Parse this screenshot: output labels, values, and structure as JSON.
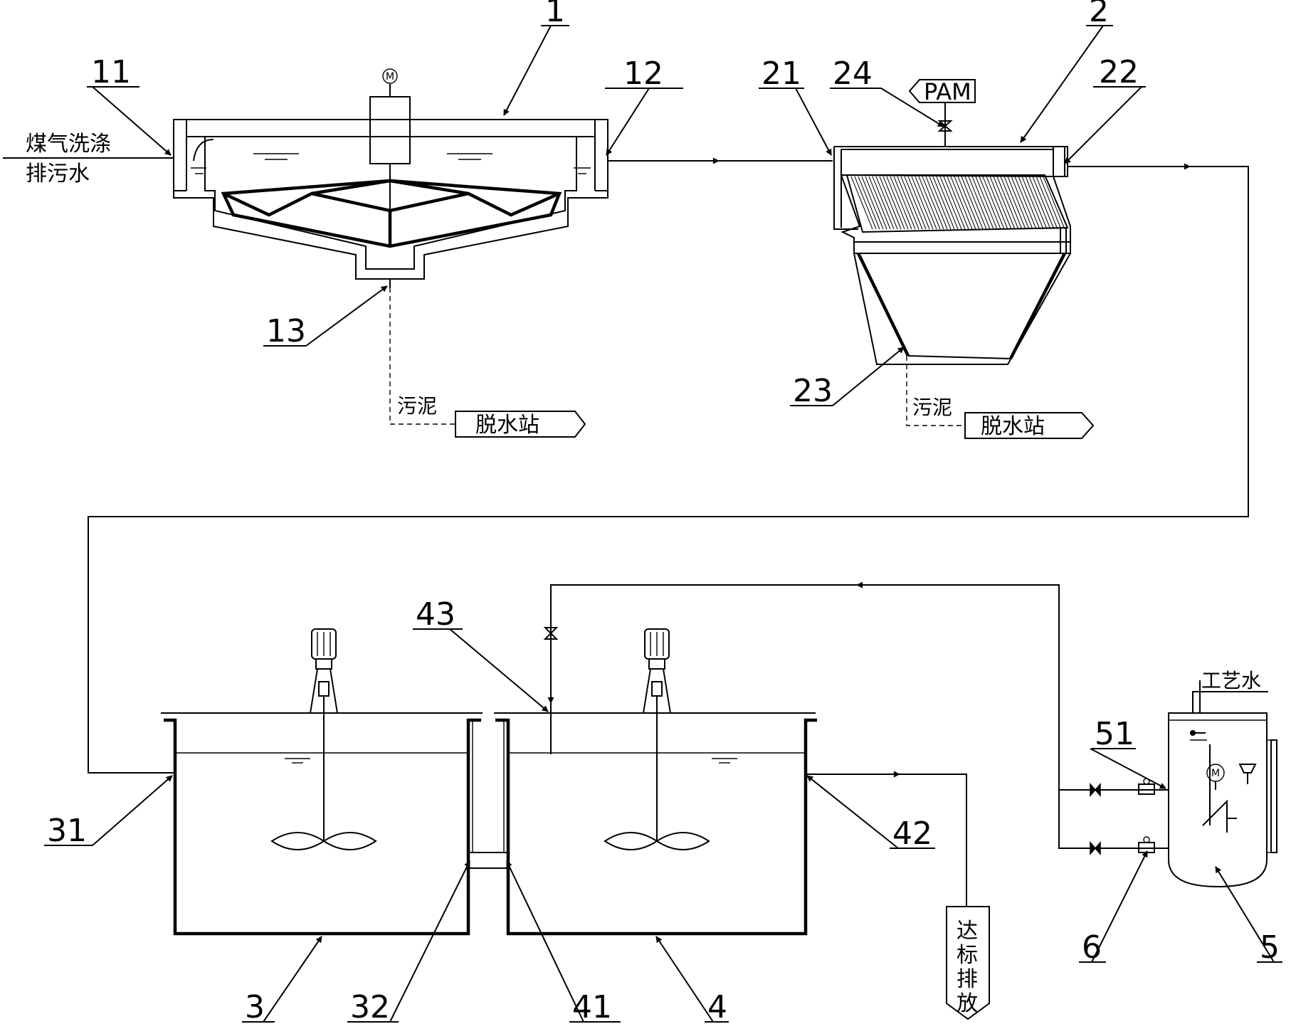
{
  "labels": {
    "l1": "1",
    "l2": "2",
    "l3": "3",
    "l4": "4",
    "l5": "5",
    "l6": "6",
    "l11": "11",
    "l12": "12",
    "l13": "13",
    "l21": "21",
    "l22": "22",
    "l23": "23",
    "l24": "24",
    "l31": "31",
    "l32": "32",
    "l41": "41",
    "l42": "42",
    "l43": "43",
    "l51": "51"
  },
  "text": {
    "inlet_line1": "煤气洗涤",
    "inlet_line2": "排污水",
    "sludge1": "污泥",
    "dewater1": "脱水站",
    "sludge2": "污泥",
    "dewater2": "脱水站",
    "pam": "PAM",
    "process_water": "工艺水",
    "discharge_1": "达",
    "discharge_2": "标",
    "discharge_3": "排",
    "discharge_4": "放",
    "motor_mark": "M"
  }
}
